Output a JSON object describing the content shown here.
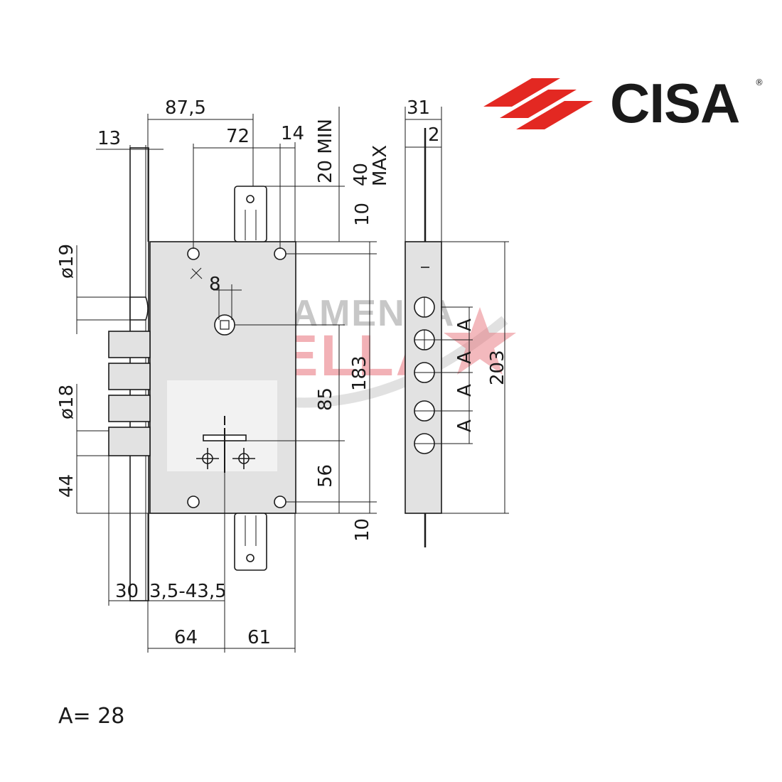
{
  "brand": {
    "name": "CISA",
    "registered": "®",
    "accent_color": "#e32822"
  },
  "watermark": {
    "line1": "FERRAMENTA",
    "line2": "STELLA"
  },
  "dimensions": {
    "d87_5": "87,5",
    "d72": "72",
    "d14": "14",
    "d13": "13",
    "d20min": "20 MIN",
    "d40": "40",
    "dmax": "MAX",
    "d10top": "10",
    "d10bottom": "10",
    "d31": "31",
    "d2": "2",
    "dia19": "ø19",
    "dia18": "ø18",
    "d44": "44",
    "sq8": "8",
    "d85": "85",
    "d56": "56",
    "d183": "183",
    "d203": "203",
    "dA1": "A",
    "dA2": "A",
    "dA3": "A",
    "dA4": "A",
    "d30": "30",
    "d3_5_43_5": "3,5-43,5",
    "d64": "64",
    "d61": "61"
  },
  "note": "A= 28"
}
